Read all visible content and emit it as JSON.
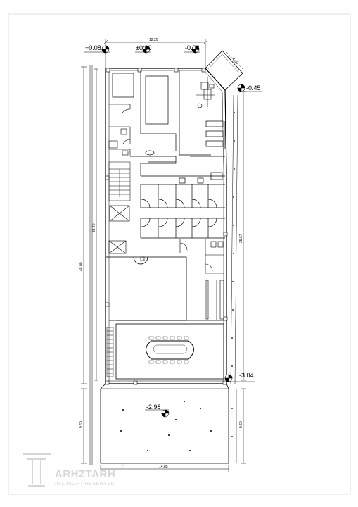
{
  "levels": {
    "top_left": "+0.08",
    "top_mid": "±0.00",
    "top_right": "-0.08",
    "upper_right": "-0.45",
    "lower_right": "-3.04",
    "yard": "-2.98"
  },
  "dimensions": {
    "top_width": "12.20",
    "angled": "4.00",
    "left_inner": "38.40",
    "left_outer": "48.00",
    "left_lower": "9.60",
    "right_upper": "35.67",
    "right_lower": "9.60",
    "bottom_width": "14.85"
  },
  "watermark": {
    "brand": "ARHZTARH",
    "line2": "ALL RIGHT RESERVED",
    "reg": "®"
  }
}
